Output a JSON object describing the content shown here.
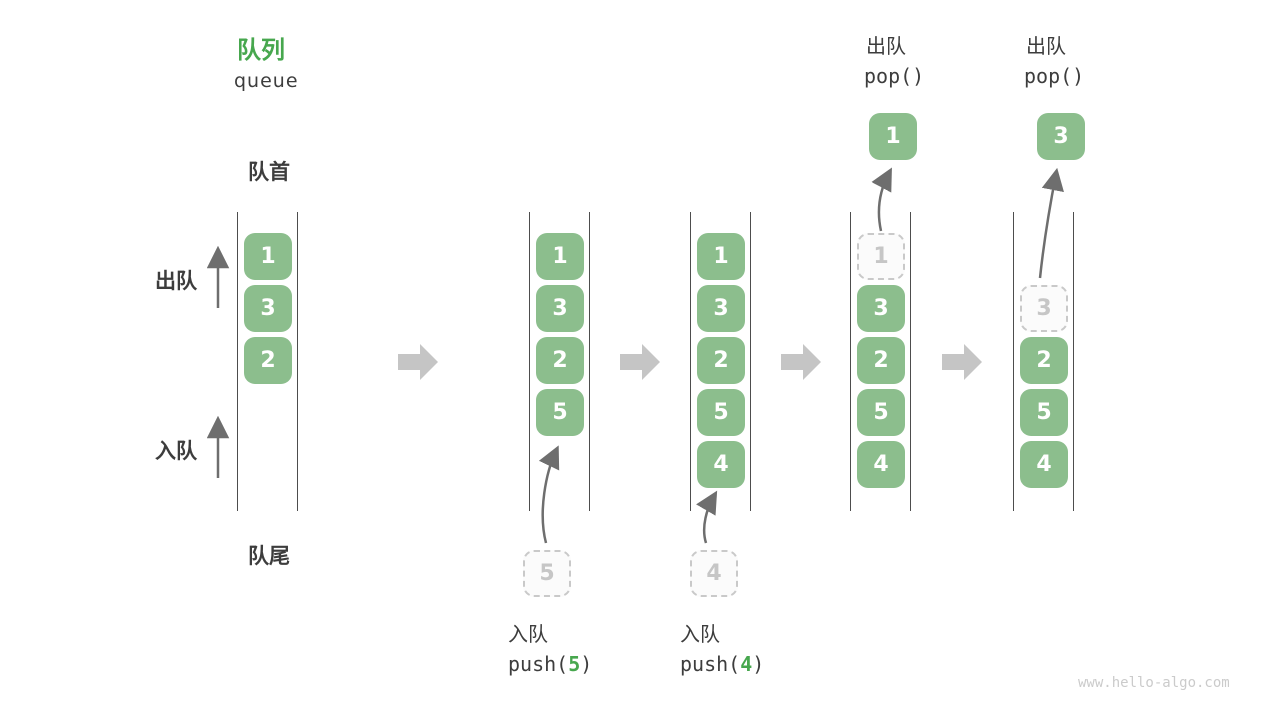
{
  "page": {
    "watermark": "www.hello-algo.com",
    "background": "#ffffff"
  },
  "title": {
    "zh": "队列",
    "en": "queue"
  },
  "side_labels": {
    "front": "队首",
    "rear": "队尾",
    "dequeue": "出队",
    "enqueue": "入队"
  },
  "ops": {
    "push5": {
      "zh": "入队",
      "pre": "push(",
      "arg": "5",
      "post": ")"
    },
    "push4": {
      "zh": "入队",
      "pre": "push(",
      "arg": "4",
      "post": ")"
    },
    "pop1": {
      "zh": "出队",
      "code": "pop()"
    },
    "pop3": {
      "zh": "出队",
      "code": "pop()"
    }
  },
  "colors": {
    "accent_green": "#47A74E",
    "box_green": "#8CBE8D",
    "box_text": "#FFFFFF",
    "text_dark": "#3D3D3D",
    "line_dark": "#4D4D4D",
    "thin_arrow": "#6E6E6E",
    "block_arrow": "#C5C5C5",
    "dashed_border": "#C9C9C9",
    "dashed_text": "#C6C6C6",
    "watermark": "#CBCBCB"
  },
  "queues": [
    {
      "boxes": [
        {
          "slot": 0,
          "value": "1",
          "style": "solid"
        },
        {
          "slot": 1,
          "value": "3",
          "style": "solid"
        },
        {
          "slot": 2,
          "value": "2",
          "style": "solid"
        }
      ]
    },
    {
      "boxes": [
        {
          "slot": 0,
          "value": "1",
          "style": "solid"
        },
        {
          "slot": 1,
          "value": "3",
          "style": "solid"
        },
        {
          "slot": 2,
          "value": "2",
          "style": "solid"
        },
        {
          "slot": 3,
          "value": "5",
          "style": "solid"
        }
      ],
      "staging": "5"
    },
    {
      "boxes": [
        {
          "slot": 0,
          "value": "1",
          "style": "solid"
        },
        {
          "slot": 1,
          "value": "3",
          "style": "solid"
        },
        {
          "slot": 2,
          "value": "2",
          "style": "solid"
        },
        {
          "slot": 3,
          "value": "5",
          "style": "solid"
        },
        {
          "slot": 4,
          "value": "4",
          "style": "solid"
        }
      ],
      "staging": "4"
    },
    {
      "boxes": [
        {
          "slot": 0,
          "value": "1",
          "style": "dashed"
        },
        {
          "slot": 1,
          "value": "3",
          "style": "solid"
        },
        {
          "slot": 2,
          "value": "2",
          "style": "solid"
        },
        {
          "slot": 3,
          "value": "5",
          "style": "solid"
        },
        {
          "slot": 4,
          "value": "4",
          "style": "solid"
        }
      ],
      "popped": "1"
    },
    {
      "boxes": [
        {
          "slot": 1,
          "value": "3",
          "style": "dashed"
        },
        {
          "slot": 2,
          "value": "2",
          "style": "solid"
        },
        {
          "slot": 3,
          "value": "5",
          "style": "solid"
        },
        {
          "slot": 4,
          "value": "4",
          "style": "solid"
        }
      ],
      "popped": "3"
    }
  ]
}
